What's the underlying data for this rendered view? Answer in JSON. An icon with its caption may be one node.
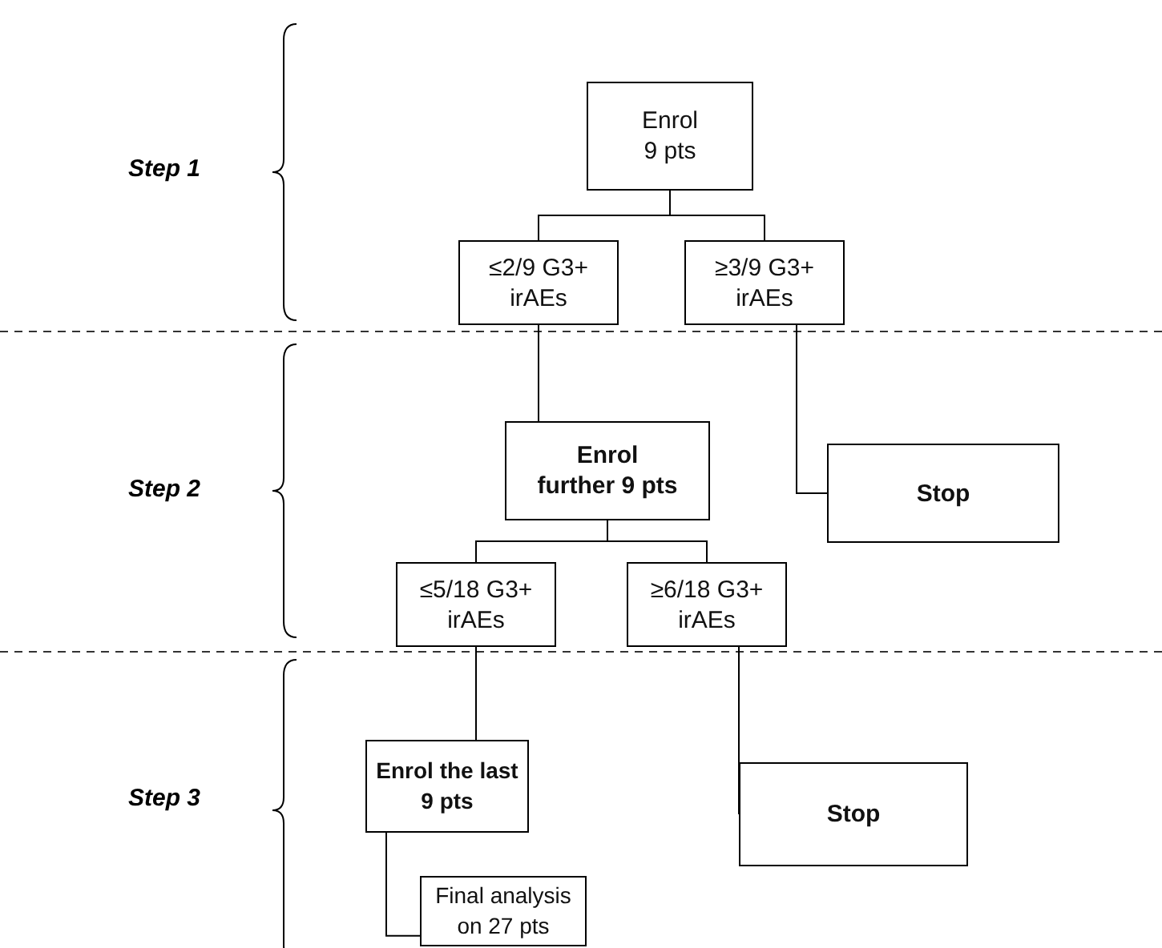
{
  "diagram": {
    "nodes": [
      {
        "text": [
          "Enrol 9 pts"
        ]
      },
      {
        "text": [
          "≤2/9 G3+ irAEs"
        ]
      },
      {
        "text": [
          "≥3/9 G3+ irAEs"
        ]
      },
      {
        "text": [
          "Stop"
        ]
      },
      {
        "text": [
          "Enrol further 9 pts"
        ]
      },
      {
        "text": [
          "≤5/18 G3+ irAEs"
        ]
      },
      {
        "text": [
          "≥6/18 G3+ irAEs"
        ]
      },
      {
        "text": [
          "Enrol the last 9 pts"
        ]
      },
      {
        "text": [
          "Stop"
        ]
      },
      {
        "text": [
          "Final analysis on 27 pts"
        ]
      }
    ],
    "edges": [
      {
        "from": 0,
        "to": 1,
        "arrow": "none"
      },
      {
        "from": 0,
        "to": 2,
        "arrow": "none"
      },
      {
        "from": 2,
        "to": 3,
        "arrow": "none"
      },
      {
        "from": 1,
        "to": 4,
        "arrow": "none"
      },
      {
        "from": 4,
        "to": 5,
        "arrow": "none"
      },
      {
        "from": 4,
        "to": 6,
        "arrow": "none"
      },
      {
        "from": 6,
        "to": 8,
        "arrow": "none"
      },
      {
        "from": 5,
        "to": 7,
        "arrow": "none"
      },
      {
        "from": 7,
        "to": 9,
        "arrow": "none"
      }
    ],
    "labels": [
      "Step 1",
      "Step 2",
      "Step 3"
    ]
  }
}
